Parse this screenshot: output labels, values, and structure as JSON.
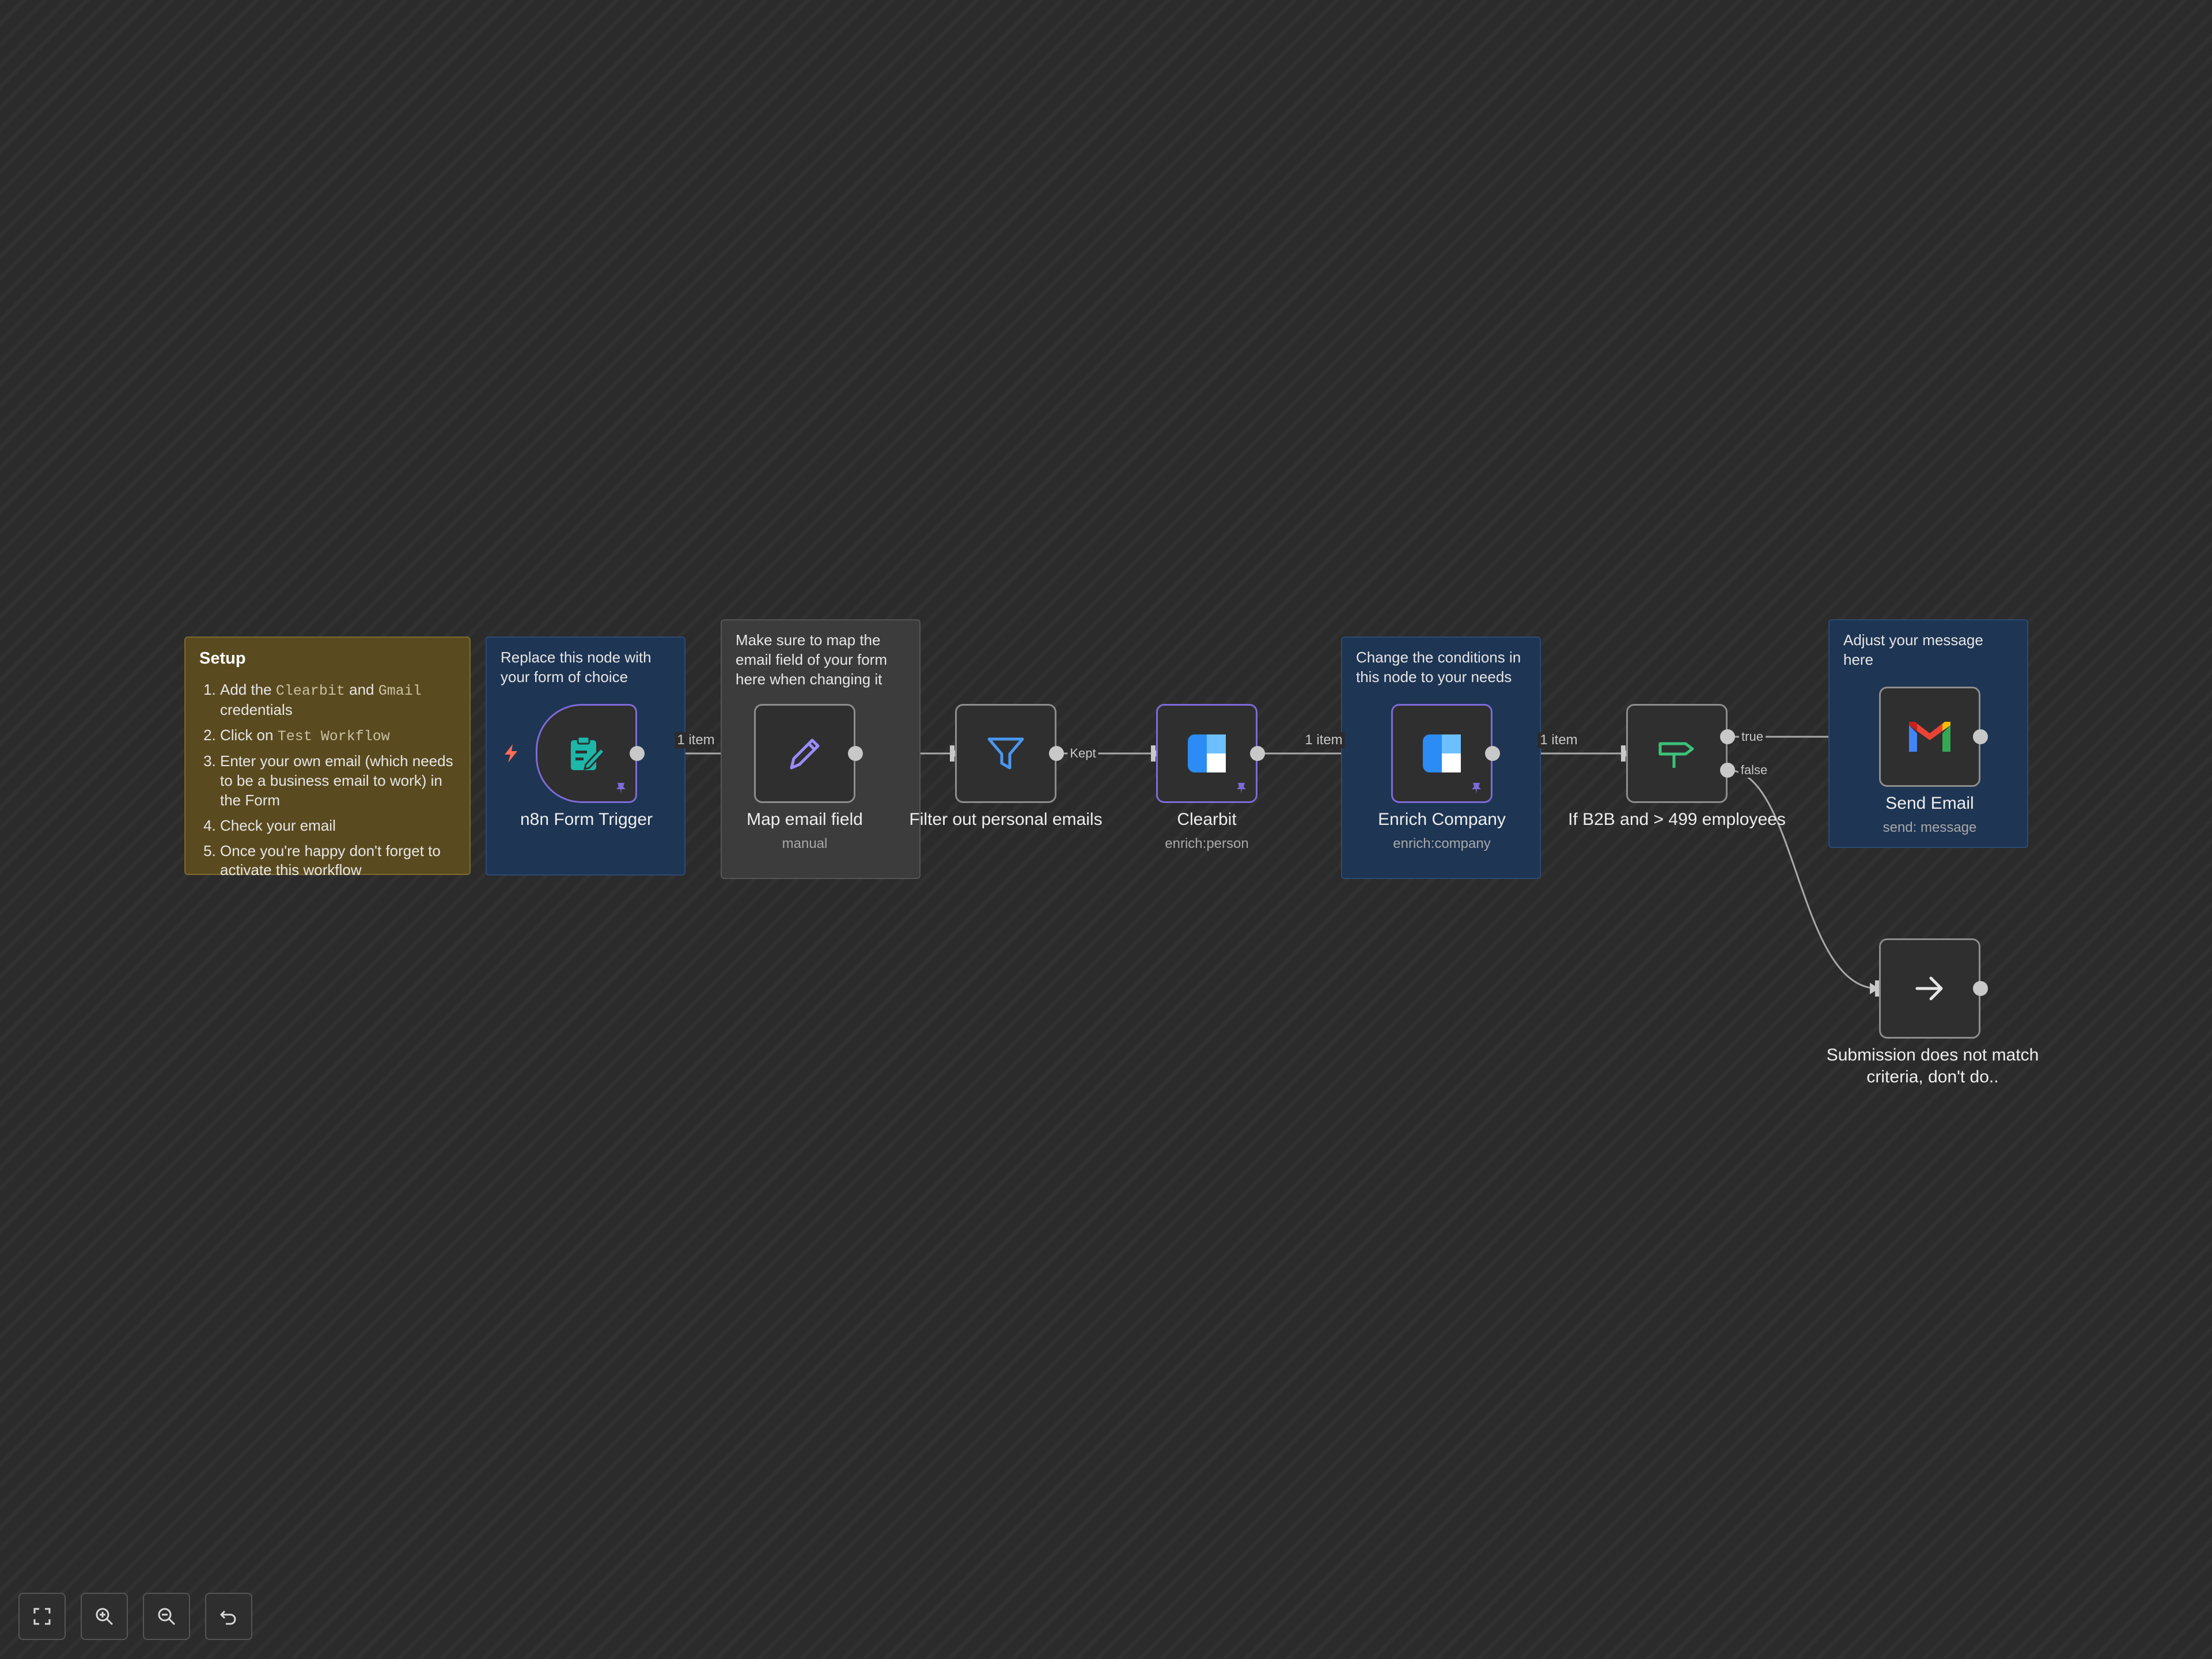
{
  "colors": {
    "canvas": "#2b2b2b",
    "node_border": "#8d8d8d",
    "selected_border": "#7e6ad9",
    "connection": "#a9a9a9",
    "sticky_yellow": "#5a4a1f",
    "sticky_blue": "#1e3553",
    "sticky_gray": "#3c3c3c"
  },
  "notes": {
    "setup": {
      "title": "Setup",
      "step1_pre": "Add the ",
      "step1_code_a": "Clearbit",
      "step1_mid": " and ",
      "step1_code_b": "Gmail",
      "step1_post": " credentials",
      "step2_pre": "Click on ",
      "step2_code": "Test Workflow",
      "step3": "Enter your own email (which needs to be a business email to work) in the Form",
      "step4": "Check your email",
      "step5": "Once you're happy don't forget to activate this workflow"
    },
    "replace": "Replace this node with your form of choice",
    "map": "Make sure to map the email field of your form here when changing it",
    "conditions": "Change the conditions in this node to your needs",
    "message": "Adjust your message here"
  },
  "nodes": {
    "form_trigger": {
      "name": "n8n Form Trigger",
      "icon": "form-icon"
    },
    "map_email": {
      "name": "Map email field",
      "subtitle": "manual",
      "icon": "pencil-icon"
    },
    "filter": {
      "name": "Filter out personal emails",
      "icon": "funnel-icon"
    },
    "clearbit": {
      "name": "Clearbit",
      "subtitle": "enrich:person",
      "icon": "clearbit-icon"
    },
    "enrich_company": {
      "name": "Enrich Company",
      "subtitle": "enrich:company",
      "icon": "clearbit-icon"
    },
    "if_b2b": {
      "name": "If B2B and > 499 employees",
      "icon": "signpost-icon"
    },
    "send_email": {
      "name": "Send Email",
      "subtitle": "send: message",
      "icon": "gmail-icon"
    },
    "no_match": {
      "name": "Submission does not match criteria, don't do..",
      "icon": "arrow-right-icon"
    }
  },
  "edges": {
    "trigger_to_map": "1 item",
    "filter_to_clearbit": "Kept",
    "clearbit_to_enrich": "1 item",
    "enrich_to_if": "1 item",
    "if_true": "true",
    "if_false": "false"
  },
  "controls": [
    "fit-view-icon",
    "zoom-in-icon",
    "zoom-out-icon",
    "undo-icon"
  ]
}
